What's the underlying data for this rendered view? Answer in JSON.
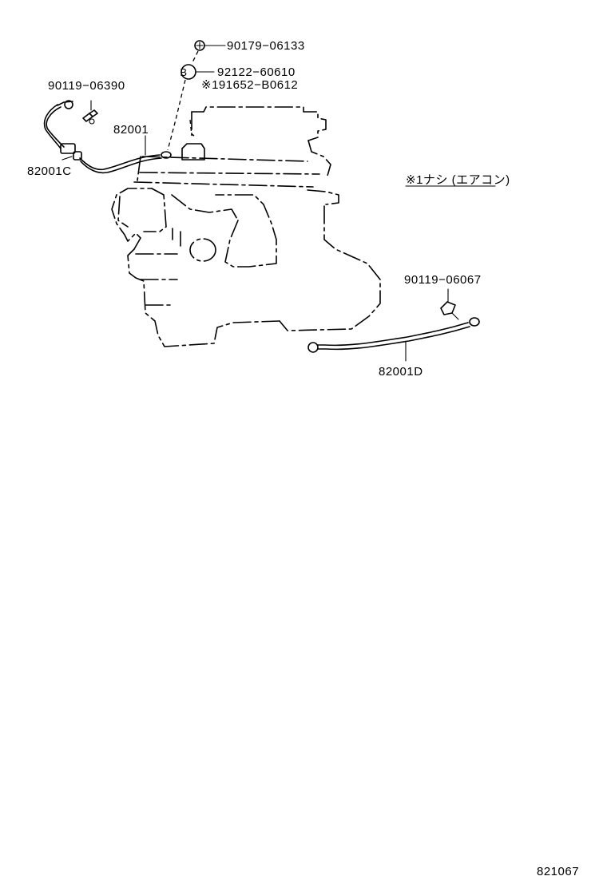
{
  "parts": {
    "p90179_06133": "90179−06133",
    "p92122_60610": "92122−60610",
    "p191652_b0612": "※191652−B0612",
    "p90119_06390": "90119−06390",
    "p82001": "82001",
    "p82001c": "82001C",
    "p90119_06067": "90119−06067",
    "p82001d": "82001D"
  },
  "callout_b": "B",
  "note": "※1ナシ (エアコン)",
  "illustration_number": "821067"
}
